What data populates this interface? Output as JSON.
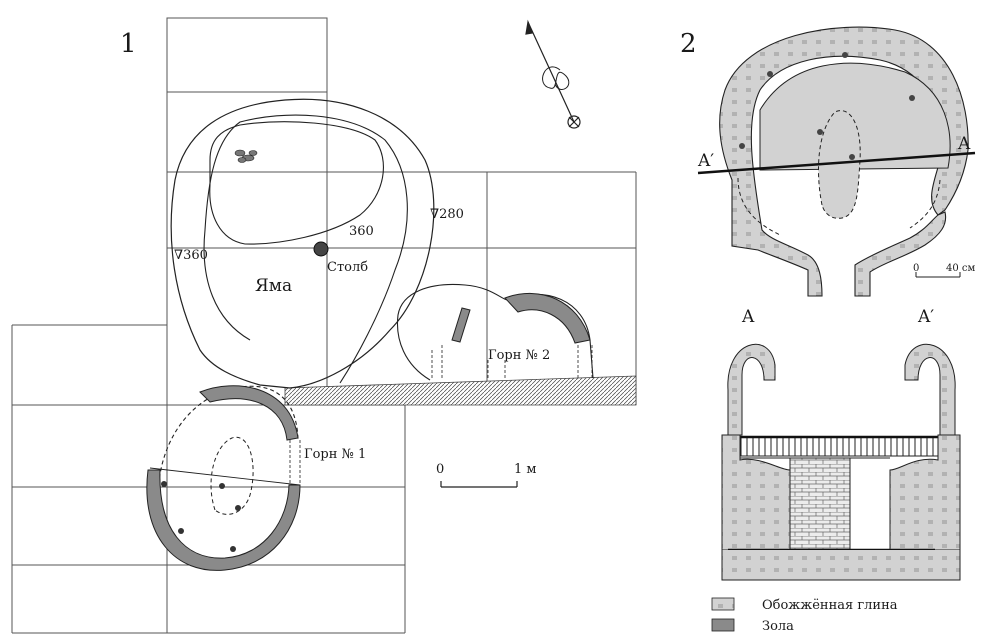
{
  "figure": {
    "panel1": {
      "number": "1",
      "pit_label": "Яма",
      "post_label": "Столб",
      "depth_center": "360",
      "depth_left": "∇360",
      "depth_right": "∇280",
      "kiln1_label": "Горн № 1",
      "kiln2_label": "Горн № 2",
      "scale_zero": "0",
      "scale_end": "1 м"
    },
    "panel2": {
      "number": "2",
      "section_a": "A",
      "section_a_prime": "A′",
      "scale_zero": "0",
      "scale_end": "40 см",
      "profile_left": "A",
      "profile_right": "A′"
    },
    "legend": [
      {
        "label": "Обожжённая глина",
        "color": "#d0d0d0"
      },
      {
        "label": "Зола",
        "color": "#888888"
      }
    ],
    "colors": {
      "line": "#1a1a1a",
      "clay": "#d2d2d2",
      "ash": "#8a8a8a",
      "grid": "#555555"
    }
  }
}
